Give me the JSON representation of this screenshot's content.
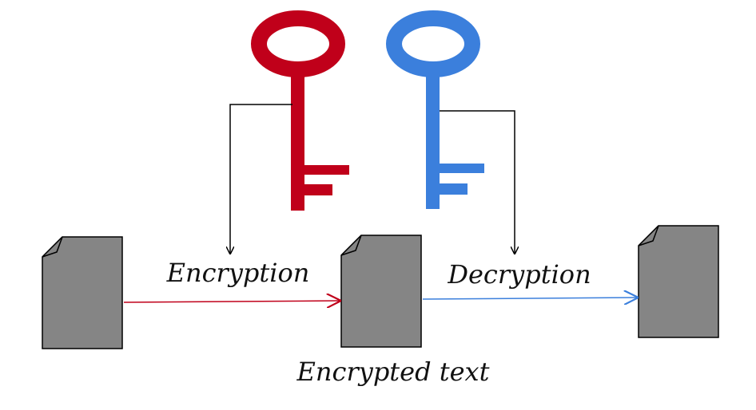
{
  "labels": {
    "encryption": "Encryption",
    "decryption": "Decryption",
    "encrypted_text": "Encrypted text"
  },
  "colors": {
    "encryption_key": "#c0001a",
    "decryption_key": "#3b7fdc",
    "document_fill": "#858585",
    "document_stroke": "#000000",
    "connector": "#000000",
    "encryption_arrow": "#c0001a",
    "decryption_arrow": "#3b7fdc"
  },
  "icons": {
    "encryption_key": "key-icon",
    "decryption_key": "key-icon",
    "documents": [
      "document-icon",
      "document-icon",
      "document-icon"
    ]
  }
}
